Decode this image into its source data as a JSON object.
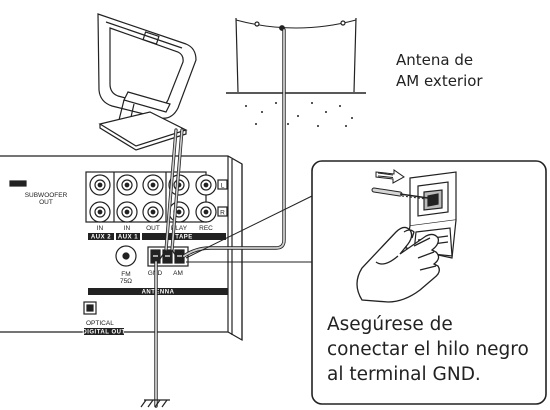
{
  "outdoor_antenna_label": [
    "Antena de",
    "AM exterior"
  ],
  "callout_text": [
    "Asegúrese de",
    "conectar el hilo negro",
    "al terminal GND."
  ],
  "panel_labels": {
    "subwoofer": [
      "SUBWOOFER",
      "OUT"
    ],
    "in_left": "IN",
    "in_mid": "IN",
    "out": "OUT",
    "play": "PLAY",
    "rec": "REC",
    "aux2": "AUX 2",
    "aux1": "AUX 1",
    "tape": "TAPE",
    "fm": [
      "FM",
      "75Ω"
    ],
    "gnd": "GND",
    "am": "AM",
    "antenna": "ANTENNA",
    "optical": "OPTICAL",
    "digital_out": "DIGITAL OUT",
    "ch_l": "L",
    "ch_r": "R"
  },
  "colors": {
    "line": "#222222",
    "wire": "#9a9a9a",
    "wire_fill": "#cfcfcf"
  }
}
